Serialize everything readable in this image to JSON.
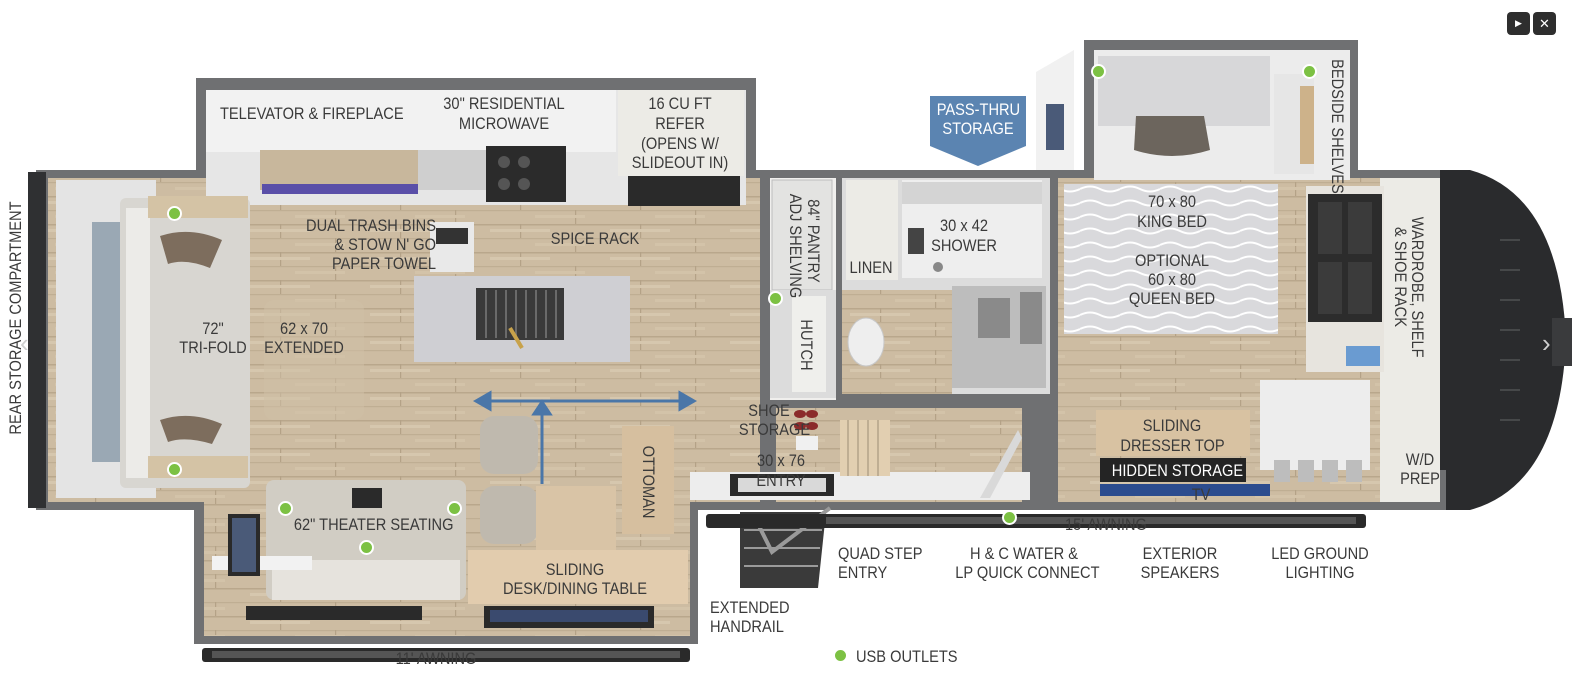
{
  "controls": {
    "play_icon": "▶",
    "close_icon": "✕",
    "prev_icon": "‹",
    "next_icon": "›"
  },
  "colors": {
    "usb": "#7cc143",
    "wall": "#6f7072",
    "floor": "#c8b79c",
    "badge": "#5b84b1",
    "label_bg": "#242424"
  },
  "labels": {
    "rear_storage": "REAR STORAGE COMPARTMENT",
    "televator": "TELEVATOR & FIREPLACE",
    "microwave_1": "30\" RESIDENTIAL",
    "microwave_2": "MICROWAVE",
    "refer_1": "16 CU FT",
    "refer_2": "REFER",
    "refer_3": "(OPENS W/",
    "refer_4": "SLIDEOUT IN)",
    "trash_1": "DUAL TRASH BINS",
    "trash_2": "& STOW N' GO",
    "trash_3": "PAPER TOWEL",
    "spice_rack": "SPICE RACK",
    "trifold_1": "72\"",
    "trifold_2": "TRI-FOLD",
    "table_1": "62 x 70",
    "table_2": "EXTENDED",
    "pantry_1": "84\" PANTRY",
    "pantry_2": "ADJ SHELVING",
    "hutch": "HUTCH",
    "linen": "LINEN",
    "shower_1": "30 x 42",
    "shower_2": "SHOWER",
    "pass_thru_1": "PASS-THRU",
    "pass_thru_2": "STORAGE",
    "bedside": "BEDSIDE SHELVES",
    "king_1": "70 x 80",
    "king_2": "KING BED",
    "queen_1": "OPTIONAL",
    "queen_2": "60 x 80",
    "queen_3": "QUEEN BED",
    "wardrobe_1": "WARDROBE, SHELF",
    "wardrobe_2": "& SHOE RACK",
    "shoe_1": "SHOE",
    "shoe_2": "STORAGE",
    "entry_1": "30 x 76",
    "entry_2": "ENTRY",
    "ottoman": "OTTOMAN",
    "theater": "62\" THEATER SEATING",
    "desk_1": "SLIDING",
    "desk_2": "DESK/DINING TABLE",
    "dresser_1": "SLIDING",
    "dresser_2": "DRESSER TOP",
    "hidden_storage": "HIDDEN STORAGE",
    "tv": "TV",
    "wd_1": "W/D",
    "wd_2": "PREP",
    "awning_15": "15' AWNING",
    "awning_11": "11' AWNING",
    "quad_1": "QUAD STEP",
    "quad_2": "ENTRY",
    "water_1": "H & C WATER &",
    "water_2": "LP QUICK CONNECT",
    "speakers_1": "EXTERIOR",
    "speakers_2": "SPEAKERS",
    "led_1": "LED GROUND",
    "led_2": "LIGHTING",
    "handrail_1": "EXTENDED",
    "handrail_2": "HANDRAIL",
    "legend_usb": "USB OUTLETS"
  }
}
